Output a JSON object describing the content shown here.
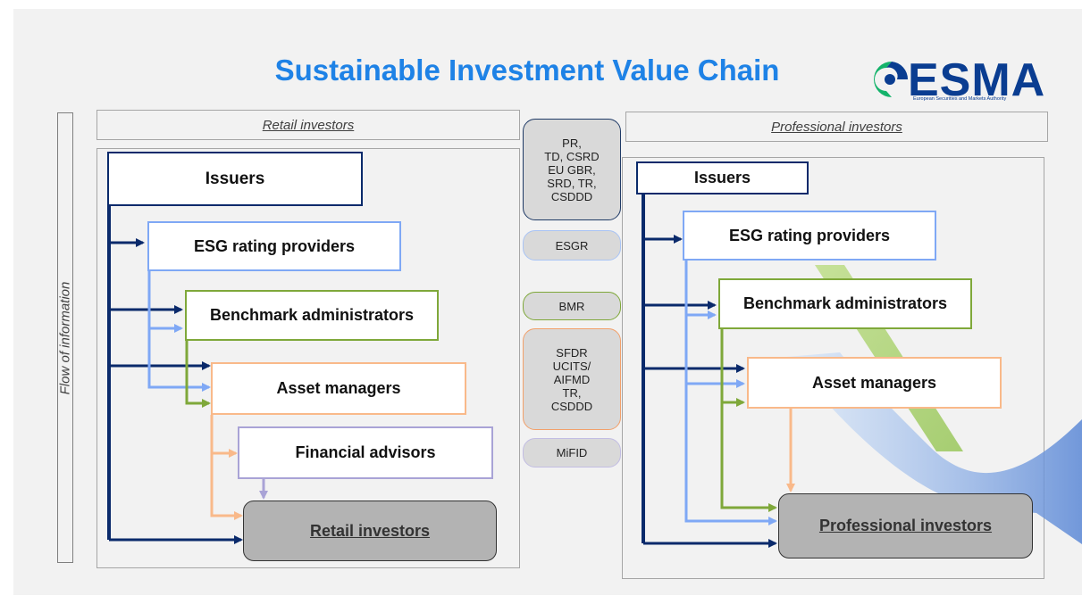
{
  "title": "Sustainable Investment Value Chain",
  "logo": {
    "name": "ESMA",
    "subtitle": "European Securities and Markets Authority"
  },
  "flow_label": "Flow of information",
  "left": {
    "header": "Retail investors",
    "issuers": "Issuers",
    "esg": "ESG rating providers",
    "benchmark": "Benchmark administrators",
    "asset": "Asset managers",
    "advisors": "Financial advisors",
    "investors": "Retail investors"
  },
  "right": {
    "header": "Professional investors",
    "issuers": "Issuers",
    "esg": "ESG rating providers",
    "benchmark": "Benchmark administrators",
    "asset": "Asset managers",
    "investors": "Professional investors"
  },
  "regulations": {
    "issuers": "PR,\nTD, CSRD\nEU GBR,\nSRD, TR,\nCSDDD",
    "esg": "ESGR",
    "bmr": "BMR",
    "sfdr": "SFDR\nUCITS/\nAIFMD\nTR,\nCSDDD",
    "mifid": "MiFID"
  },
  "colors": {
    "issuers": "#0a2a6b",
    "esg": "#7fa8f5",
    "benchmark": "#7fa83a",
    "asset": "#f9b98a",
    "advisors": "#a9a3d6",
    "title": "#1e82e6"
  }
}
